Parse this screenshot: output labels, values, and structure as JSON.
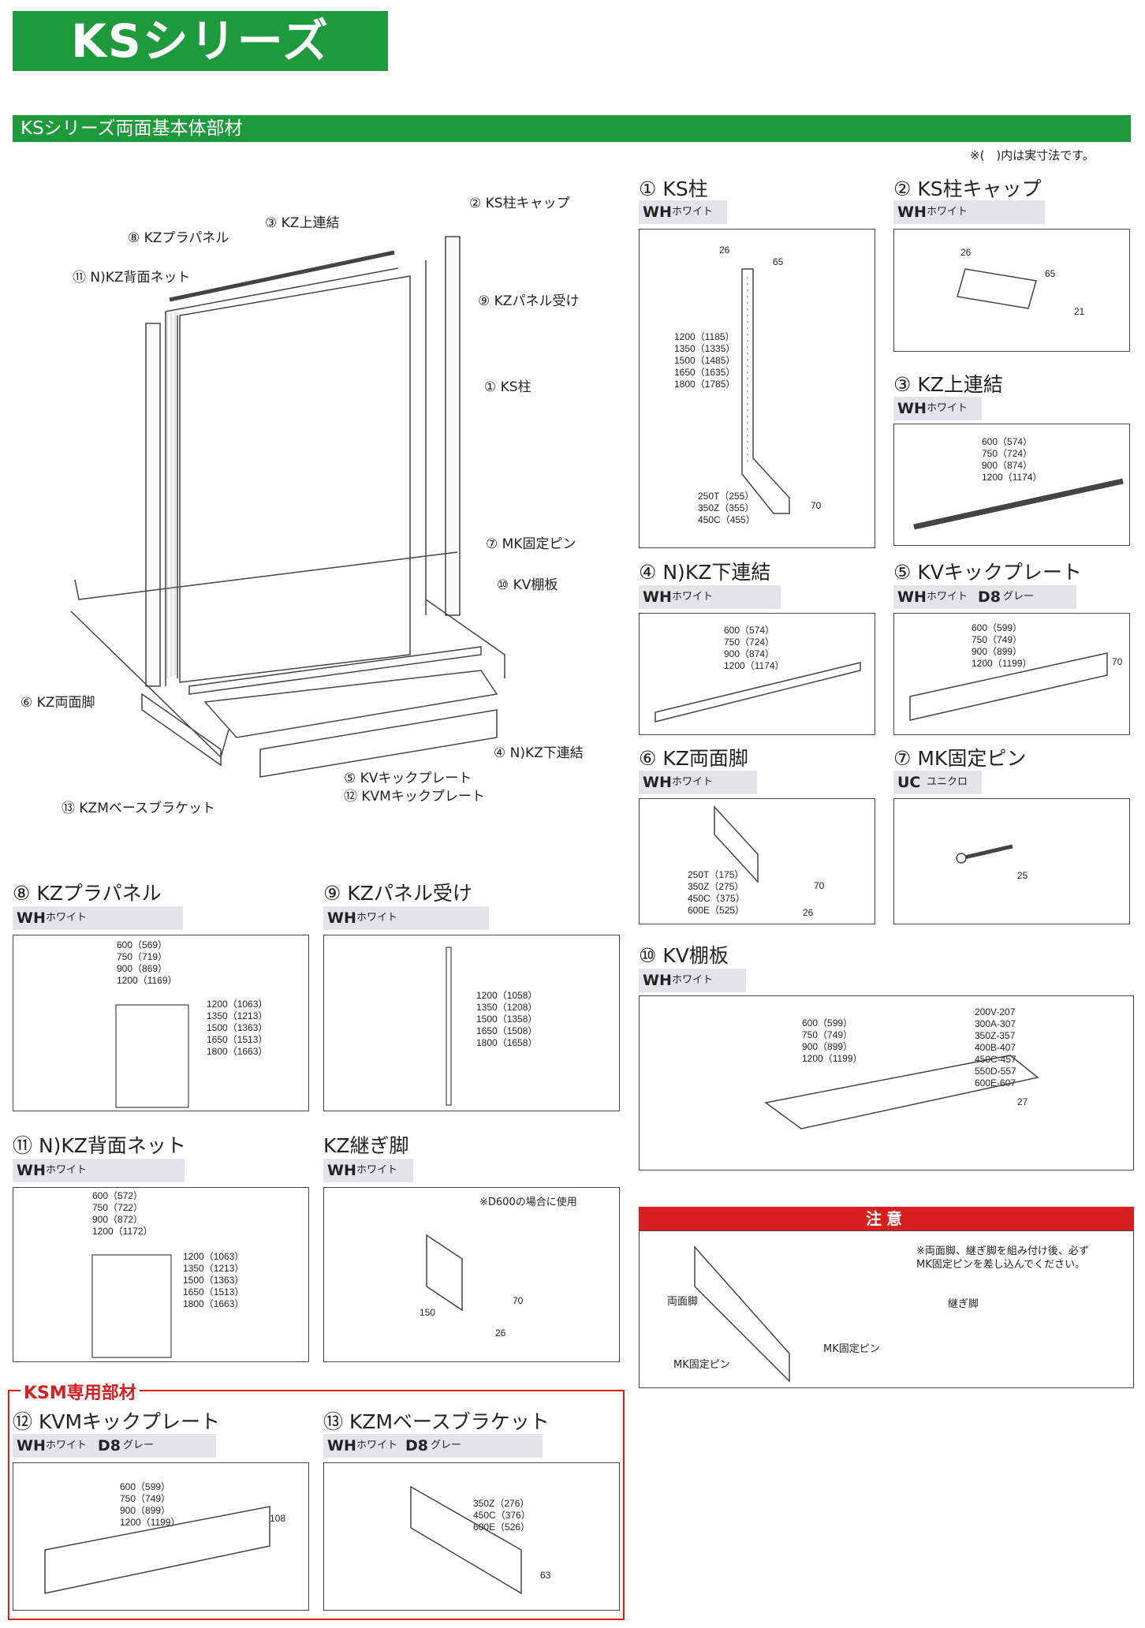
{
  "header": {
    "title": "KSシリーズ"
  },
  "section": {
    "title": "KSシリーズ両面基本体部材",
    "note": "※(　)内は実寸法です。"
  },
  "assembly": {
    "labels": [
      "⑧ KZプラパネル",
      "③ KZ上連結",
      "② KS柱キャップ",
      "⑪ N)KZ背面ネット",
      "⑨ KZパネル受け",
      "① KS柱",
      "⑦ MK固定ピン",
      "⑩ KV棚板",
      "⑥ KZ両面脚",
      "④ N)KZ下連結",
      "⑤ KVキックプレート",
      "⑫ KVMキックプレート",
      "⑬ KZMベースブラケット"
    ]
  },
  "parts": {
    "p1": {
      "title": "① KS柱",
      "code": "WH",
      "color": "ホワイト",
      "dims_top": "26",
      "dims_w": "65",
      "heights": "1200（1185）\n1350（1335）\n1500（1485）\n1650（1635）\n1800（1785）",
      "bases": "250T（255）\n350Z（355）\n450C（455）",
      "base_h": "70"
    },
    "p2": {
      "title": "② KS柱キャップ",
      "code": "WH",
      "color": "ホワイト",
      "d1": "26",
      "d2": "65",
      "d3": "21"
    },
    "p3": {
      "title": "③ KZ上連結",
      "code": "WH",
      "color": "ホワイト",
      "widths": "600（574）\n750（724）\n900（874）\n1200（1174）"
    },
    "p4": {
      "title": "④ N)KZ下連結",
      "code": "WH",
      "color": "ホワイト",
      "widths": "600（574）\n750（724）\n900（874）\n1200（1174）"
    },
    "p5": {
      "title": "⑤ KVキックプレート",
      "code": "WH",
      "color": "ホワイト",
      "code2": "D8",
      "color2": "グレー",
      "widths": "600（599）\n750（749）\n900（899）\n1200（1199）",
      "h": "70"
    },
    "p6": {
      "title": "⑥ KZ両面脚",
      "code": "WH",
      "color": "ホワイト",
      "sizes": "250T（175）\n350Z（275）\n450C（375）\n600E（525）",
      "h": "70",
      "w": "26"
    },
    "p7": {
      "title": "⑦ MK固定ピン",
      "code": "UC",
      "color": "ユニクロ",
      "len": "25"
    },
    "p8": {
      "title": "⑧ KZプラパネル",
      "code": "WH",
      "color": "ホワイト",
      "widths": "600（569）\n750（719）\n900（869）\n1200（1169）",
      "heights": "1200（1063）\n1350（1213）\n1500（1363）\n1650（1513）\n1800（1663）"
    },
    "p9": {
      "title": "⑨ KZパネル受け",
      "code": "WH",
      "color": "ホワイト",
      "heights": "1200（1058）\n1350（1208）\n1500（1358）\n1650（1508）\n1800（1658）"
    },
    "p10": {
      "title": "⑩ KV棚板",
      "code": "WH",
      "color": "ホワイト",
      "widths": "600（599）\n750（749）\n900（899）\n1200（1199）",
      "depths": "200V-207\n300A-307\n350Z-357\n400B-407\n450C-457\n550D-557\n600E-607",
      "h": "27"
    },
    "p11": {
      "title": "⑪ N)KZ背面ネット",
      "code": "WH",
      "color": "ホワイト",
      "widths": "600（572）\n750（722）\n900（872）\n1200（1172）",
      "heights": "1200（1063）\n1350（1213）\n1500（1363）\n1650（1513）\n1800（1663）"
    },
    "p14": {
      "title": "KZ継ぎ脚",
      "code": "WH",
      "color": "ホワイト",
      "note": "※D600の場合に使用",
      "l": "150",
      "h": "70",
      "w": "26"
    },
    "p12": {
      "title": "⑫ KVMキックプレート",
      "code": "WH",
      "color": "ホワイト",
      "code2": "D8",
      "color2": "グレー",
      "widths": "600（599）\n750（749）\n900（899）\n1200（1199）",
      "h": "108"
    },
    "p13": {
      "title": "⑬ KZMベースブラケット",
      "code": "WH",
      "color": "ホワイト",
      "code2": "D8",
      "color2": "グレー",
      "sizes": "350Z（276）\n450C（376）\n600E（526）",
      "h": "63"
    }
  },
  "ksm": {
    "label": "KSM専用部材"
  },
  "caution": {
    "title": "注意",
    "text": "※両面脚、継ぎ脚を組み付け後、必ず\nMK固定ピンを差し込んでください。",
    "l1": "両面脚",
    "l2": "MK固定ピン",
    "l3": "MK固定ピン",
    "l4": "継ぎ脚"
  }
}
